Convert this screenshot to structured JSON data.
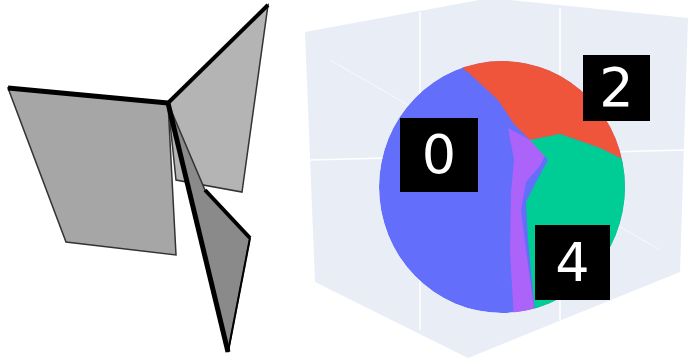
{
  "diagram": {
    "nodes": [
      {
        "text": [
          "2"
        ]
      },
      {
        "text": [
          "0"
        ]
      },
      {
        "text": [
          "4"
        ]
      }
    ]
  }
}
